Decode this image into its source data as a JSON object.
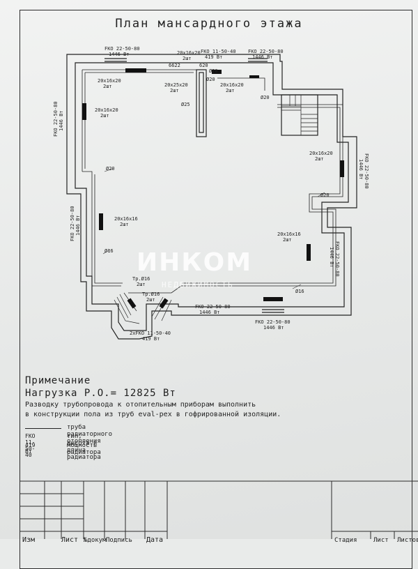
{
  "title": "План мансардного этажа",
  "watermark": {
    "brand": "ИНКОМ",
    "sub": "НЕДВИЖИМОСТЬ"
  },
  "radiators": {
    "top_left": [
      "FKO 22-50-80",
      "1446 Вт"
    ],
    "top_mid": [
      "FKO 11-50-40",
      "419 Вт"
    ],
    "top_right": [
      "FKO 22-50-80",
      "1446 Вт"
    ],
    "left_upper": [
      "FKO 22-50-80",
      "1446 Вт"
    ],
    "left_lower": [
      "FKO 22-50-80",
      "1446 Вт"
    ],
    "right_upper": [
      "FKO 22-50-80",
      "1446 Вт"
    ],
    "right_lower": [
      "FKO 22-50-80",
      "1446 Вт"
    ],
    "bottom_mid": [
      "FKO 22-50-80",
      "1446 Вт"
    ],
    "bottom_right": [
      "FKO 22-50-80",
      "1446 Вт"
    ],
    "bay": [
      "2xFKO 11-50-40",
      "419 Вт"
    ]
  },
  "pipes": {
    "p1": [
      "20x16x20",
      "2шт"
    ],
    "p2": [
      "20x16x20",
      "2шт"
    ],
    "p3": [
      "20x25x20",
      "2шт"
    ],
    "p4": [
      "20x16x20",
      "2шт"
    ],
    "p5": [
      "20x16x20",
      "2шт"
    ],
    "p6": [
      "20x16x16",
      "2шт"
    ],
    "p7": [
      "20x16x20",
      "2шт"
    ],
    "p8": [
      "20x16x16",
      "2шт"
    ],
    "p9": [
      "Tp.Ø16",
      "2шт"
    ],
    "p10": [
      "Tp.Ø16",
      "2шт"
    ],
    "d1": "Ø20",
    "d2": "Ø20",
    "d3": "Ø25",
    "d4": "Ø20",
    "d5": "Ø16",
    "d6": "Ø20",
    "d7": "Ø16",
    "d8": "Ø20",
    "mark1": "6622",
    "mark2": "620"
  },
  "notes": {
    "heading": "Примечание",
    "load": "Нагрузка Р.О.= 12825 Вт",
    "line1": "Разводку трубопровода к отопительным приборам выполнить",
    "line2": "в конструкции пола из труб eval-pex в гофрированной изоляции."
  },
  "legend": {
    "pipe_key": "",
    "pipe_text": "труба радиаторного отопления",
    "rad_key": "FKO 11-50-40",
    "rad_text": "тип, высота и длина радиатора",
    "power_key": "419 Вт",
    "power_text": "мощность радиатора"
  },
  "stamp": {
    "c1": "Изм",
    "c2": "Лист",
    "c3": "№докум",
    "c4": "Подпись",
    "c5": "Дата",
    "c6": "Стадия",
    "c7": "Лист",
    "c8": "Листов"
  }
}
